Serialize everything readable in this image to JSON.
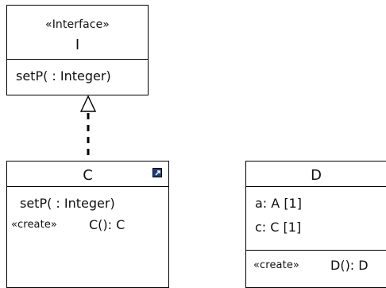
{
  "interface_i": {
    "stereotype": "«Interface»",
    "name": "I",
    "operations": [
      "setP( : Integer)"
    ]
  },
  "class_c": {
    "name": "C",
    "operations": [
      "setP( : Integer)"
    ],
    "create_stereotype": "«create»",
    "create_operation": "C(): C",
    "marker_icon": "shortcut-arrow-icon"
  },
  "class_d": {
    "name": "D",
    "attributes": [
      "a: A [1]",
      "c: C [1]"
    ],
    "create_stereotype": "«create»",
    "create_operation": "D(): D"
  },
  "relationship": {
    "type": "realization",
    "from": "C",
    "to": "I"
  },
  "colors": {
    "line": "#000000",
    "background": "#ffffff",
    "icon_fill": "#1f3f7a"
  }
}
